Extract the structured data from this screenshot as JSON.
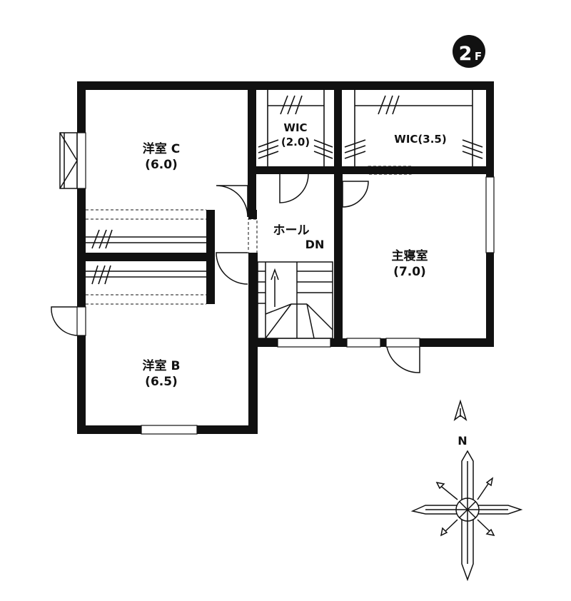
{
  "floor_badge": {
    "number": "2",
    "suffix": "F"
  },
  "rooms": [
    {
      "id": "western-room-c",
      "name": "洋室 C",
      "size": "(6.0)"
    },
    {
      "id": "wic-small",
      "name": "WIC",
      "size": "(2.0)"
    },
    {
      "id": "wic-large",
      "name": "WIC(3.5)"
    },
    {
      "id": "hall",
      "name": "ホール"
    },
    {
      "id": "master-bedroom",
      "name": "主寝室",
      "size": "(7.0)"
    },
    {
      "id": "western-room-b",
      "name": "洋室 B",
      "size": "(6.5)"
    }
  ],
  "stairs": {
    "direction_label": "DN"
  },
  "compass": {
    "north_label": "N"
  }
}
